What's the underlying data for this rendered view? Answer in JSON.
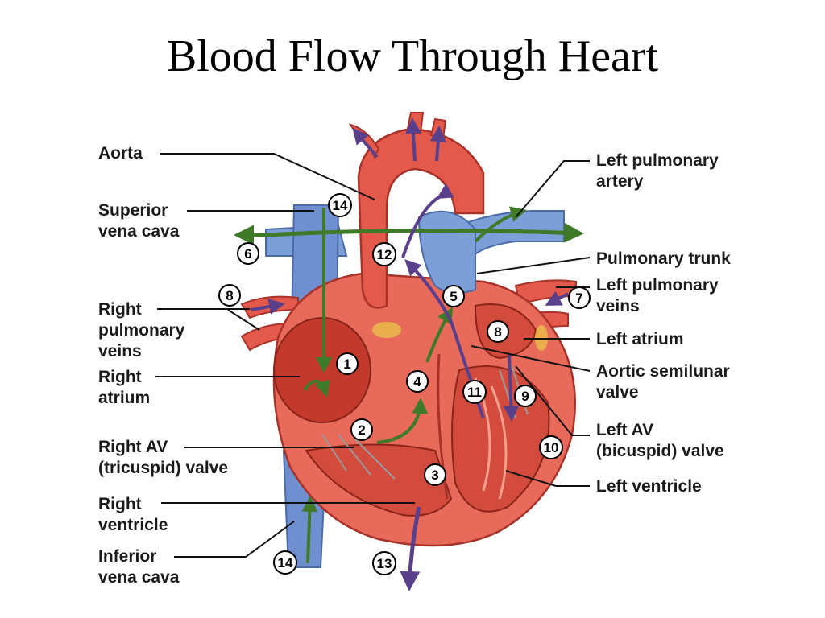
{
  "title": "Blood Flow Through Heart",
  "labels": {
    "aorta": "Aorta",
    "superior_vena_cava": [
      "Superior",
      "vena cava"
    ],
    "right_pulmonary_veins": [
      "Right",
      "pulmonary",
      "veins"
    ],
    "right_atrium": [
      "Right",
      "atrium"
    ],
    "right_av_valve": [
      "Right AV",
      "(tricuspid) valve"
    ],
    "right_ventricle": [
      "Right",
      "ventricle"
    ],
    "inferior_vena_cava": [
      "Inferior",
      "vena cava"
    ],
    "left_pulmonary_artery": [
      "Left pulmonary",
      "artery"
    ],
    "pulmonary_trunk": "Pulmonary trunk",
    "left_pulmonary_veins": [
      "Left pulmonary",
      "veins"
    ],
    "left_atrium": "Left atrium",
    "aortic_semilunar_valve": [
      "Aortic semilunar",
      "valve"
    ],
    "left_av_valve": [
      "Left AV",
      "(bicuspid) valve"
    ],
    "left_ventricle": "Left ventricle"
  },
  "steps": {
    "s1": "1",
    "s2": "2",
    "s3": "3",
    "s4": "4",
    "s5": "5",
    "s6": "6",
    "s7": "7",
    "s8a": "8",
    "s8b": "8",
    "s9": "9",
    "s10": "10",
    "s11": "11",
    "s12": "12",
    "s13": "13",
    "s14a": "14",
    "s14b": "14"
  },
  "colors": {
    "oxygen_poor": "#5b7fc4",
    "oxygen_rich": "#d9443a",
    "muscle": "#e86a5a",
    "flow_arrow": "#3e7a28",
    "flow_arrow_purple": "#5a3f8a"
  }
}
